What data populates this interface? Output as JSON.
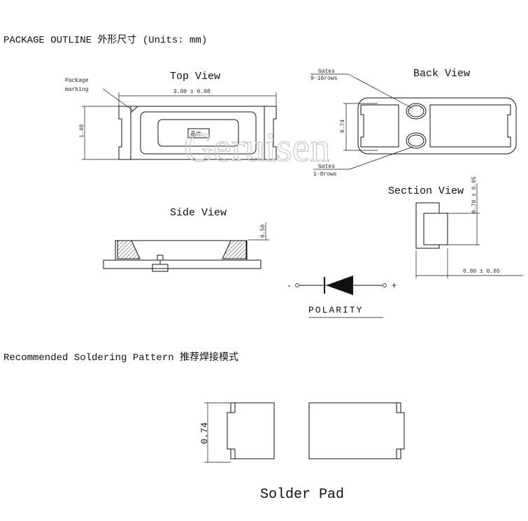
{
  "header": {
    "title": "PACKAGE OUTLINE 外形尺寸 (Units: mm)"
  },
  "top_view": {
    "title": "Top View",
    "package_marking_line1": "Package",
    "package_marking_line2": "marking",
    "dim_length": "3.00 ± 0.08",
    "dim_height": "1.40",
    "chip_label": "晶片"
  },
  "back_view": {
    "title": "Back View",
    "gates_top_line1": "Gates",
    "gates_top_line2": "9-16rows",
    "gates_bottom_line1": "Gates",
    "gates_bottom_line2": "1-8rows",
    "dim_height": "0.74"
  },
  "side_view": {
    "title": "Side View",
    "dim_height": "0.50"
  },
  "section_view": {
    "title": "Section View",
    "dim_height": "0.70 ± 0.05",
    "dim_width": "0.80 ± 0.05"
  },
  "polarity": {
    "label": "POLARITY",
    "minus": "-",
    "plus": "+"
  },
  "watermark": "Geruisen",
  "soldering": {
    "title": "Recommended Soldering Pattern 推荐焊接模式",
    "dim_height": "0.74",
    "caption": "Solder Pad"
  }
}
